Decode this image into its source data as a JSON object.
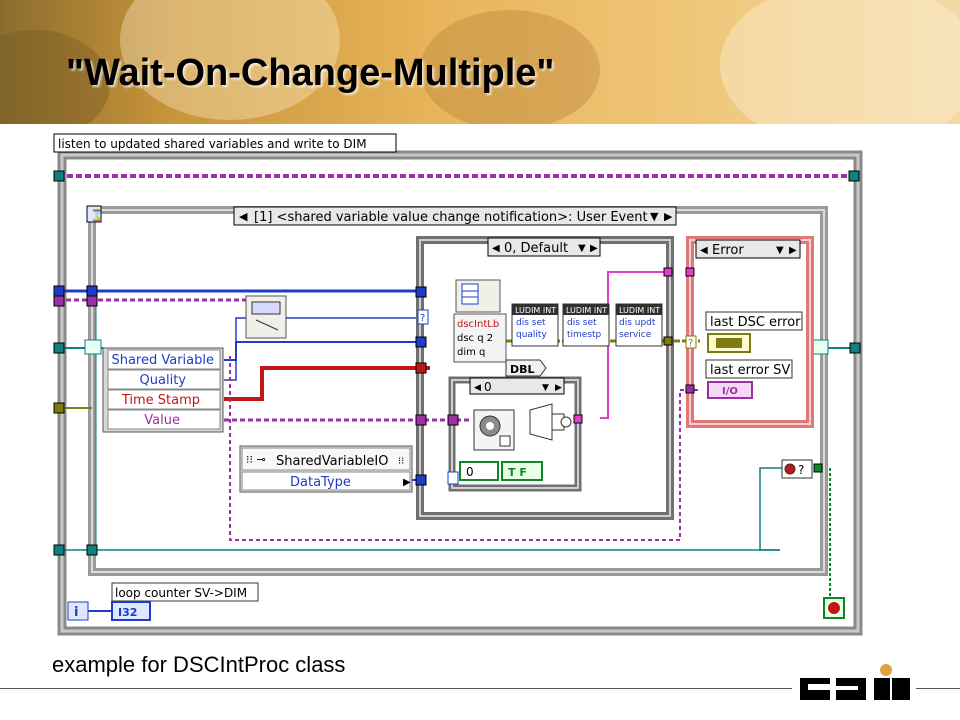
{
  "slide": {
    "title": "\"Wait-On-Change-Multiple\"",
    "caption": "example for DSCIntProc class"
  },
  "diagram": {
    "loop_comment": "listen to updated shared variables and write to DIM",
    "event_case_selector": "[1] <shared variable value change notification>: User Event",
    "inner_case_selector": "0, Default",
    "nested_case_selector": "0",
    "error_case_selector": "Error",
    "event_data_node": [
      "Shared Variable",
      "Quality",
      "Time Stamp",
      "Value"
    ],
    "shared_variable_io_label": "SharedVariableIO",
    "shared_variable_io_property": "DataType",
    "cluster_labels": [
      "dscIntLb",
      "dsc q 2",
      "dim q"
    ],
    "dbl_label": "DBL",
    "numeric_constant": "0",
    "boolean_constant": "T F",
    "dim_vis": [
      {
        "header": "LUDIM INT",
        "line1": "dis set",
        "line2": "quality"
      },
      {
        "header": "LUDIM INT",
        "line1": "dis set",
        "line2": "timestp"
      },
      {
        "header": "LUDIM INT",
        "line1": "dis updt",
        "line2": "service"
      }
    ],
    "last_dsc_error": "last DSC error",
    "last_error_sv": "last error SV",
    "io_label": "I/O",
    "counter_comment": "loop counter SV->DIM",
    "i32_label": "I32",
    "iteration_label": "i",
    "stop_label": "?"
  },
  "colors": {
    "wire_blue": "#1e3cc8",
    "wire_purple": "#9b2fa6",
    "wire_teal": "#0f7f7f",
    "wire_red": "#c01818",
    "wire_olive": "#7e7b10",
    "wire_green": "#0a8a20",
    "wire_pink": "#e040c8"
  }
}
